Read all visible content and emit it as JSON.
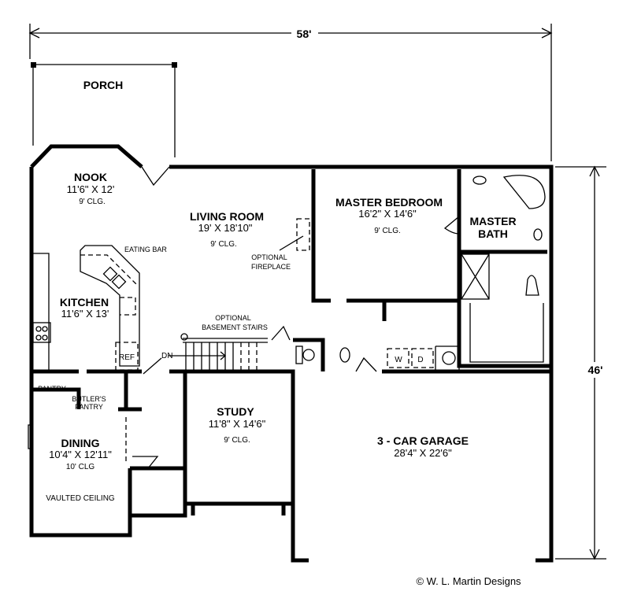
{
  "dimensions": {
    "width": "58'",
    "depth": "46'"
  },
  "rooms": {
    "porch": {
      "name": "PORCH"
    },
    "nook": {
      "name": "NOOK",
      "size": "11'6\" X 12'",
      "ceiling": "9' CLG."
    },
    "living": {
      "name": "LIVING ROOM",
      "size": "19' X 18'10\"",
      "ceiling": "9' CLG."
    },
    "master_bedroom": {
      "name": "MASTER BEDROOM",
      "size": "16'2\" X 14'6\"",
      "ceiling": "9' CLG."
    },
    "master_bath": {
      "name1": "MASTER",
      "name2": "BATH"
    },
    "kitchen": {
      "name": "KITCHEN",
      "size": "11'6\" X 13'"
    },
    "study": {
      "name": "STUDY",
      "size": "11'8\" X 14'6\"",
      "ceiling": "9' CLG."
    },
    "garage": {
      "name": "3 - CAR GARAGE",
      "size": "28'4\" X 22'6\""
    },
    "dining": {
      "name": "DINING",
      "size": "10'4\" X 12'11\"",
      "ceiling": "10' CLG",
      "note": "VAULTED CEILING"
    },
    "pantry": {
      "name": "PANTRY"
    },
    "butlers_pantry": {
      "line1": "BUTLER'S",
      "line2": "PANTRY"
    }
  },
  "annotations": {
    "eating_bar": "EATING BAR",
    "fireplace1": "OPTIONAL",
    "fireplace2": "FIREPLACE",
    "stairs1": "OPTIONAL",
    "stairs2": "BASEMENT STAIRS",
    "down": "DN",
    "ref": "REF",
    "washer": "W",
    "dryer": "D"
  },
  "copyright": "© W. L. Martin Designs"
}
